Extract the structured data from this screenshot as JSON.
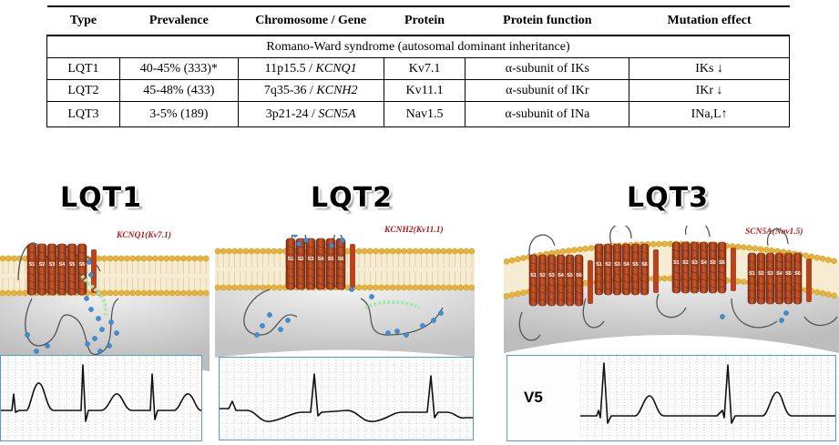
{
  "table": {
    "headers": [
      "Type",
      "Prevalence",
      "Chromosome / Gene",
      "Protein",
      "Protein function",
      "Mutation effect"
    ],
    "section_label": "Romano-Ward syndrome (autosomal  dominant inheritance)",
    "rows": [
      {
        "type": "LQT1",
        "prevalence": "40-45% (333)*",
        "chrom": "11p15.5 / ",
        "gene": "KCNQ1",
        "protein": "Kv7.1",
        "function": "α-subunit of IKs",
        "effect": "IKs ↓"
      },
      {
        "type": "LQT2",
        "prevalence": "45-48% (433)",
        "chrom": "7q35-36 / ",
        "gene": "KCNH2",
        "protein": "Kv11.1",
        "function": "α-subunit of IKr",
        "effect": "IKr ↓"
      },
      {
        "type": "LQT3",
        "prevalence": "3-5% (189)",
        "chrom": "3p21-24 / ",
        "gene": "SCN5A",
        "protein": "Nav1.5",
        "function": "α-subunit of INa",
        "effect": "INa,L↑"
      }
    ]
  },
  "panels": [
    {
      "title": "LQT1",
      "channel_label": "KCNQ1(Kv7.1)",
      "segments": [
        "S1",
        "S2",
        "S3",
        "S4",
        "S5",
        "S6"
      ]
    },
    {
      "title": "LQT2",
      "channel_label": "KCNH2(Kv11.1)",
      "segments": [
        "S1",
        "S2",
        "S3",
        "S4",
        "S5",
        "S6"
      ]
    },
    {
      "title": "LQT3",
      "channel_label": "SCN5A(Nav1.5)",
      "segments": [
        "S1",
        "S2",
        "S3",
        "S4",
        "S5",
        "S6"
      ],
      "ecg_lead": "V5"
    }
  ],
  "colors": {
    "helix": "#b8431f",
    "membrane_head": "#e8b437",
    "residue_blue": "#3c8fd8",
    "residue_green": "#a8e6b0",
    "ecg_border": "#5b9bd5",
    "gene_label": "#b01818"
  }
}
